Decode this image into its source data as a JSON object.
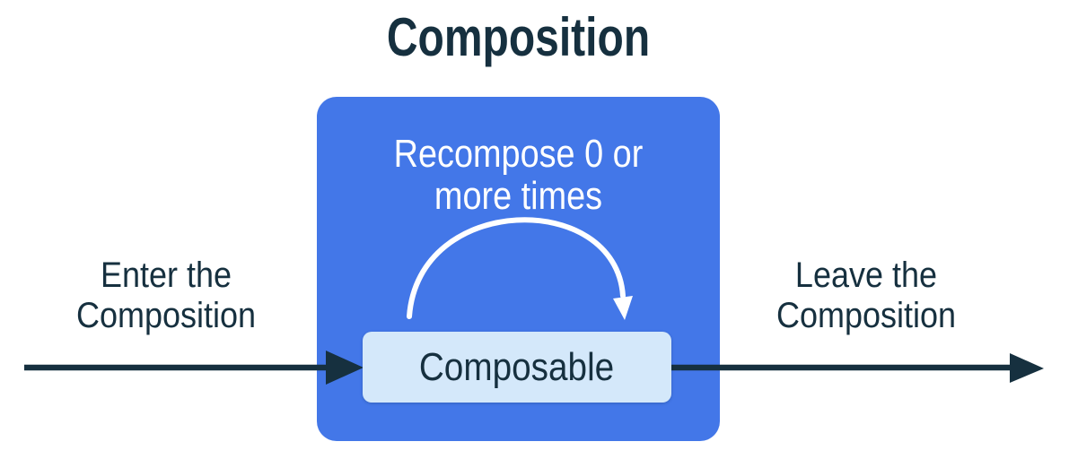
{
  "diagram": {
    "title": "Composition",
    "recompose_note": "Recompose 0 or\nmore times",
    "node_label": "Composable",
    "enter_label": "Enter the\nComposition",
    "leave_label": "Leave the\nComposition"
  },
  "colors": {
    "container_blue": "#4377E8",
    "node_light_blue": "#D4E8FA",
    "ink_navy": "#16303F",
    "arc_white": "#FFFFFF",
    "background": "#FFFFFF"
  }
}
